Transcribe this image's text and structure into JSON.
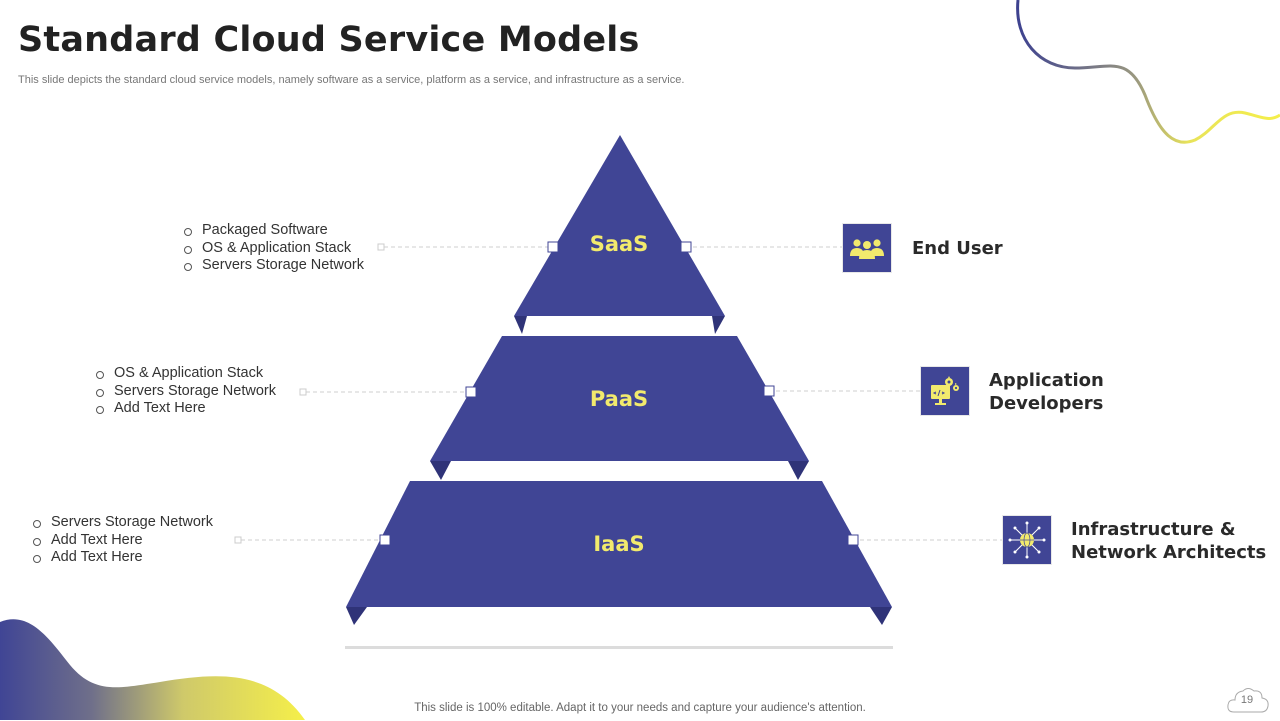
{
  "slide": {
    "title": "Standard Cloud Service Models",
    "subtitle": "This slide depicts the standard cloud service models, namely software as a service, platform as a service, and infrastructure as a service.",
    "footer": "This slide is 100% editable. Adapt it to your needs and capture your audience's attention.",
    "page_number": "19"
  },
  "colors": {
    "layer_fill": "#404595",
    "layer_shadow": "#2f3378",
    "label_yellow": "#f2ea6d",
    "accent_yellow": "#f5ef4a"
  },
  "layers": [
    {
      "label": "SaaS",
      "bullets": [
        "Packaged Software",
        "OS & Application Stack",
        "Servers Storage Network"
      ],
      "role": {
        "label_line1": "End User",
        "label_line2": "",
        "icon": "users-group-icon"
      }
    },
    {
      "label": "PaaS",
      "bullets": [
        "OS & Application Stack",
        "Servers Storage Network",
        "Add Text Here"
      ],
      "role": {
        "label_line1": "Application",
        "label_line2": "Developers",
        "icon": "code-monitor-gears-icon"
      }
    },
    {
      "label": "IaaS",
      "bullets": [
        "Servers Storage Network",
        "Add Text Here",
        "Add Text Here"
      ],
      "role": {
        "label_line1": "Infrastructure &",
        "label_line2": "Network Architects",
        "icon": "network-globe-icon"
      }
    }
  ]
}
